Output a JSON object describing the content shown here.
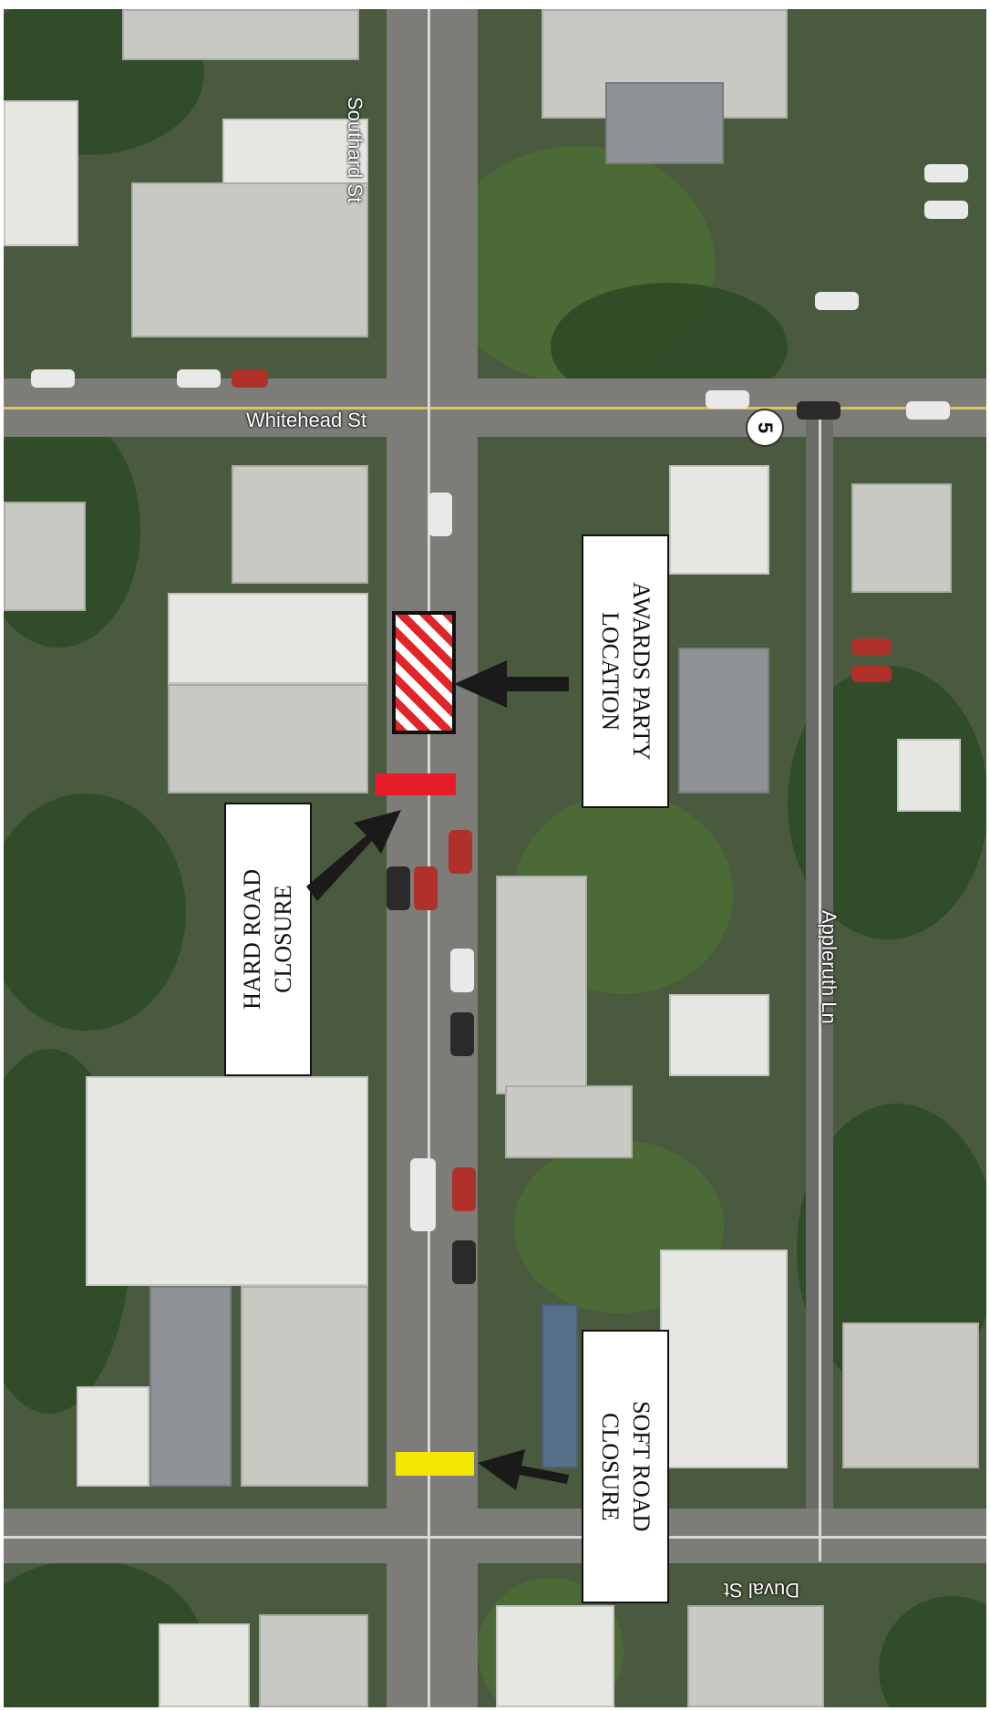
{
  "streets": {
    "southard": "Southard St",
    "whitehead": "Whitehead St",
    "appleruth": "Appleruth Ln",
    "duval": "Duval St"
  },
  "route_marker": "5",
  "callouts": {
    "awards_party": {
      "lines": [
        "AWARDS PARTY",
        "LOCATION"
      ]
    },
    "hard_closure": {
      "lines": [
        "HARD ROAD",
        "CLOSURE"
      ]
    },
    "soft_closure": {
      "lines": [
        "SOFT ROAD",
        "CLOSURE"
      ]
    }
  },
  "colors": {
    "hard_closure": "#e81c28",
    "soft_closure": "#f3e600",
    "awards_zone_stripe": "#e0242a",
    "arrow": "#1a1a1a"
  }
}
